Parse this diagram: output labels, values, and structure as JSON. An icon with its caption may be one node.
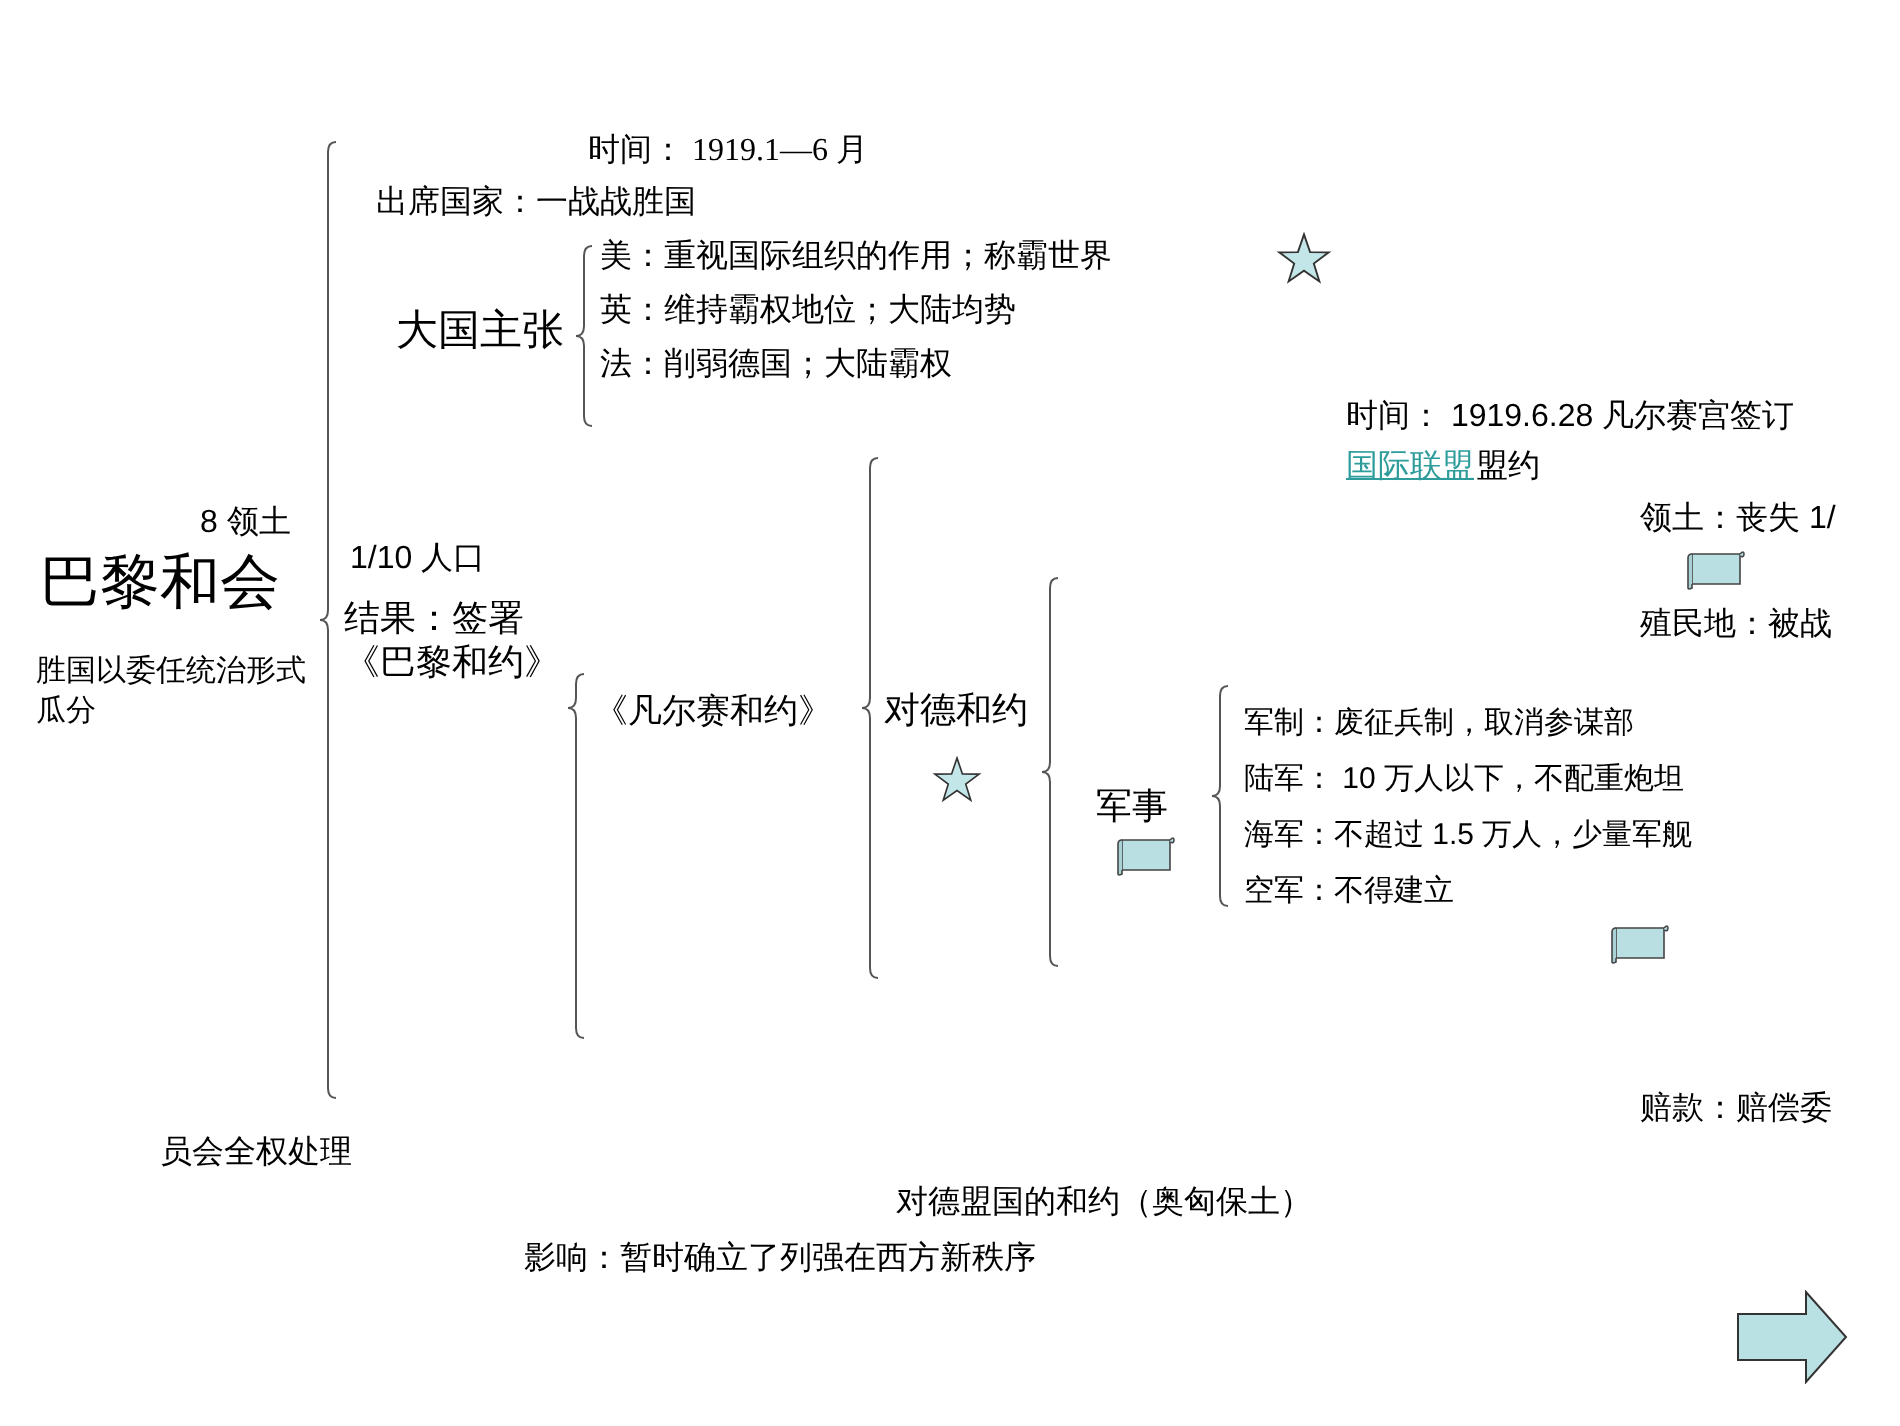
{
  "diagram": {
    "title": "巴黎和会",
    "labels": [
      "时间： 1919.1—6 月",
      "出席国家：一战战胜国",
      "大国主张",
      "美：重视国际组织的作用；称霸世界",
      "英：维持霸权地位；大陆均势",
      "法：削弱德国；大陆霸权",
      "时间： 1919.6.28 凡尔赛宫签订",
      "国际联盟",
      "盟约",
      "8 领土",
      "领土：丧失 1/",
      "1/10 人口",
      "结果：签署《巴黎和约》",
      "殖民地：被战",
      "胜国以委任统治形式瓜分",
      "《凡尔赛和约》",
      "对德和约",
      "军事",
      "军制：废征兵制，取消参谋部",
      "陆军： 10 万人以下，不配重炮坦",
      "海军：不超过 1.5 万人，少量军舰",
      "空军：不得建立",
      "赔款：赔偿委",
      "员会全权处理",
      "对德盟国的和约（奥匈保土）",
      "影响：暂时确立了列强在西方新秩序"
    ]
  }
}
